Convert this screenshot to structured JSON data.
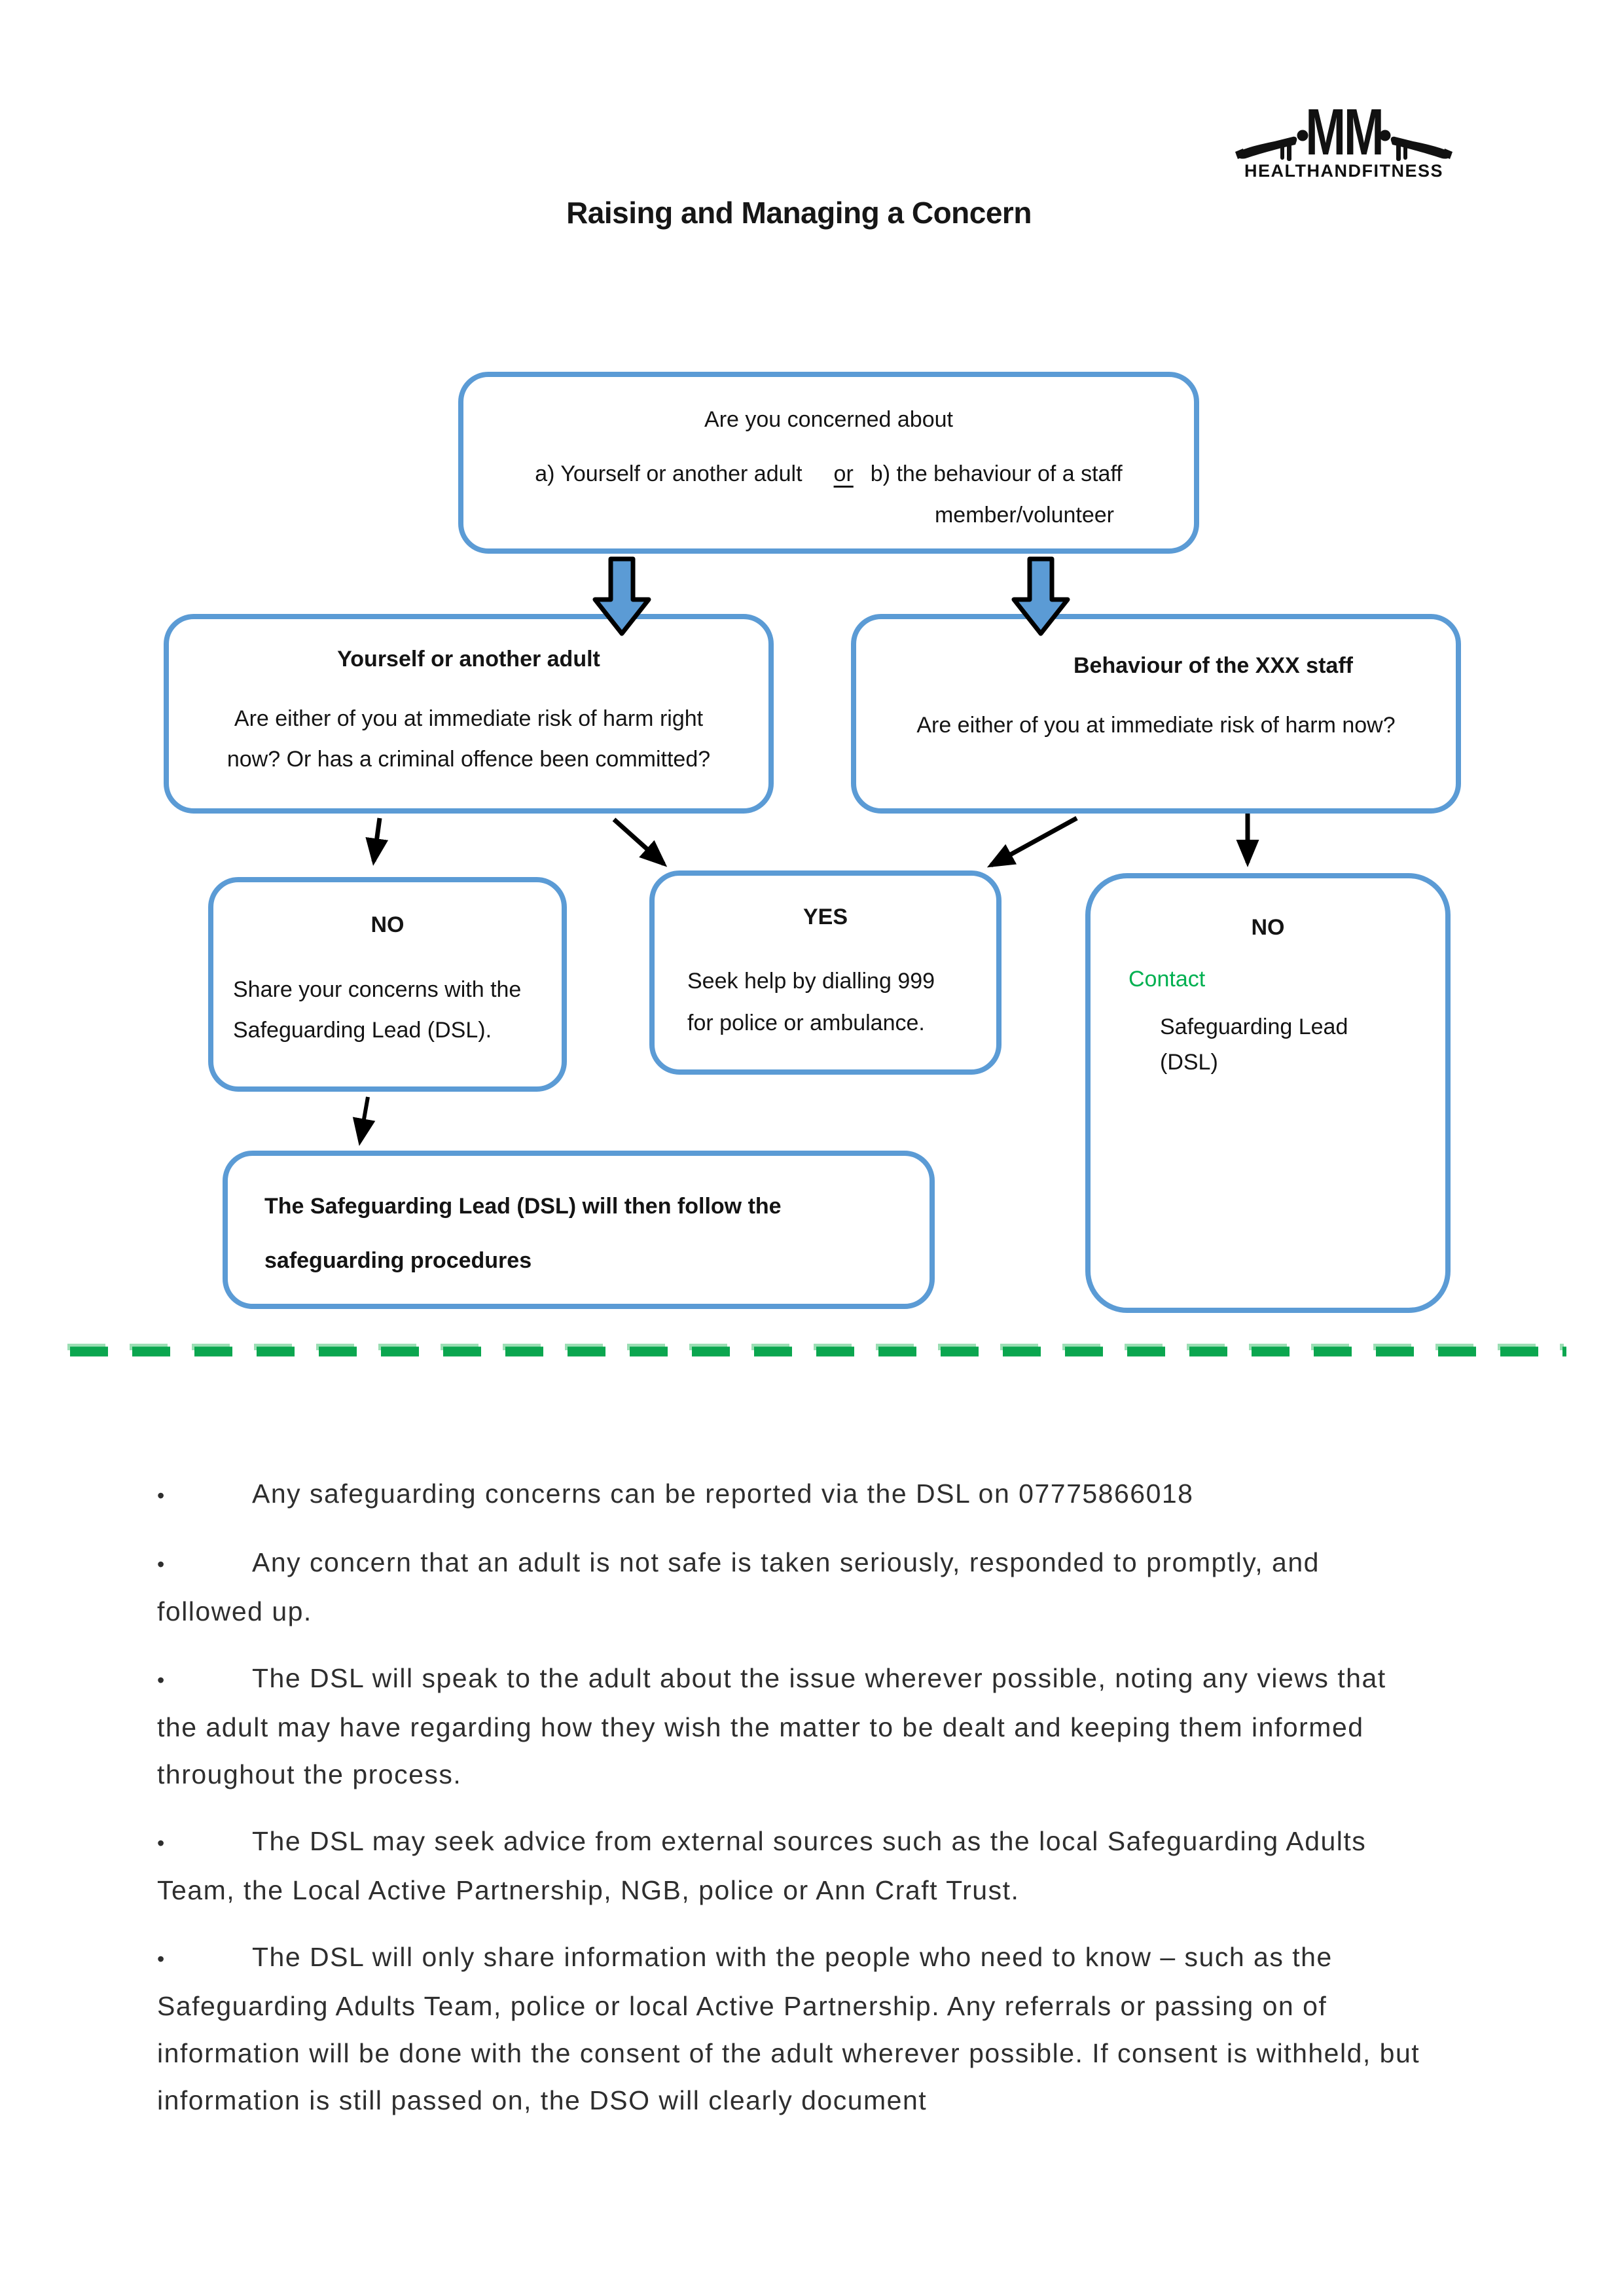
{
  "logo": {
    "monogram": "MM",
    "wordmark": "HEALTHANDFITNESS"
  },
  "title": "Raising and Managing a Concern",
  "flowchart": {
    "top_box": {
      "line1": "Are you concerned about",
      "option_a": "a) Yourself or another adult",
      "conjunction": "or",
      "option_b": "b) the behaviour of a staff",
      "option_b_cont": "member/volunteer"
    },
    "left_box": {
      "title": "Yourself or another adult",
      "body_line1": "Are either of you at immediate risk of harm right",
      "body_line2": "now? Or has a criminal offence been committed?"
    },
    "right_box": {
      "title": "Behaviour of the XXX staff",
      "body": "Are either of you at immediate risk of harm now?"
    },
    "no_box": {
      "title": "NO",
      "body_line1": "Share your concerns with the",
      "body_line2": "Safeguarding Lead (DSL)."
    },
    "yes_box": {
      "title": "YES",
      "body_line1": "Seek help by dialling 999",
      "body_line2": "for police or ambulance."
    },
    "contact_box": {
      "title": "NO",
      "label": "Contact",
      "body_line1": "Safeguarding Lead",
      "body_line2": "(DSL)"
    },
    "procedures_box": {
      "line1": "The Safeguarding Lead (DSL) will then follow the",
      "line2": "safeguarding procedures"
    }
  },
  "bullets": {
    "marker": "•",
    "items": [
      "Any safeguarding concerns can be reported via the DSL on 07775866018",
      "Any concern that an adult is not safe is taken seriously, responded to promptly, and followed up.",
      "The DSL will speak to the adult about the issue wherever possible, noting any views that the adult may have regarding how they wish the matter to be dealt and keeping them informed throughout the process.",
      "The DSL may seek advice from external sources such as the local Safeguarding Adults Team, the Local Active Partnership, NGB, police or Ann Craft Trust.",
      "The DSL will only share information with the people who need to know – such as the Safeguarding Adults Team, police or local Active Partnership. Any referrals or passing on of information will be done with the consent of the adult wherever possible. If consent is withheld, but information is still passed on, the DSO will clearly document"
    ]
  },
  "colors": {
    "box_border": "#5B9BD5",
    "block_arrow_fill": "#5B9BD5",
    "accent_green": "#00B050",
    "dashed_line_green": "#0BA64F"
  }
}
